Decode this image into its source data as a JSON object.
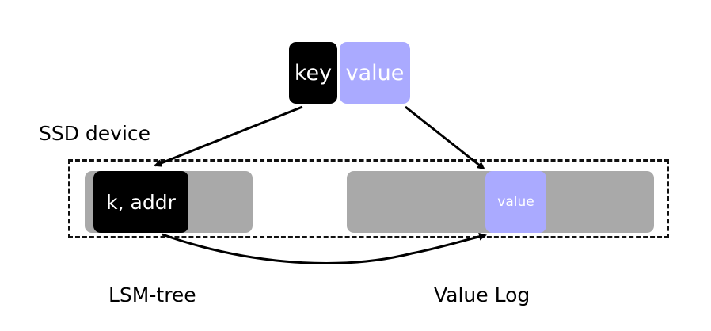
{
  "record": {
    "key_label": "key",
    "value_label": "value"
  },
  "device": {
    "label": "SSD device"
  },
  "lsm_tree": {
    "entry_label": "k, addr",
    "label": "LSM-tree"
  },
  "value_log": {
    "entry_label": "value",
    "label": "Value Log"
  },
  "colors": {
    "key_fill": "#000000",
    "value_fill": "#aaaaff",
    "storage_fill": "#a9a9a9",
    "arrow": "#000000"
  }
}
